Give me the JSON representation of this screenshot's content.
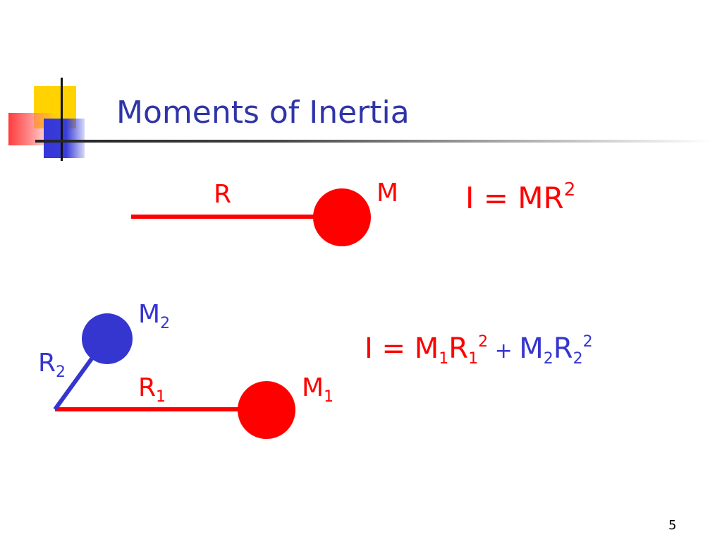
{
  "slide": {
    "title": "Moments of Inertia",
    "page_number": "5"
  },
  "diagram1": {
    "radius_label": "R",
    "mass_label": "M",
    "equation": {
      "lhs": "I = MR",
      "exp": "2"
    }
  },
  "diagram2": {
    "m2": {
      "base": "M",
      "sub": "2"
    },
    "r2": {
      "base": "R",
      "sub": "2"
    },
    "r1": {
      "base": "R",
      "sub": "1"
    },
    "m1": {
      "base": "M",
      "sub": "1"
    },
    "equation": {
      "lhs": "I = ",
      "m1_base": "M",
      "m1_sub": "1",
      "r1_base": "R",
      "r1_sub": "1",
      "r1_exp": "2",
      "plus": " + ",
      "m2_base": "M",
      "m2_sub": "2",
      "r2_base": "R",
      "r2_sub": "2",
      "r2_exp": "2"
    }
  },
  "colors": {
    "title": "#2f35a8",
    "red": "#ff0000",
    "blue": "#3535cf"
  }
}
